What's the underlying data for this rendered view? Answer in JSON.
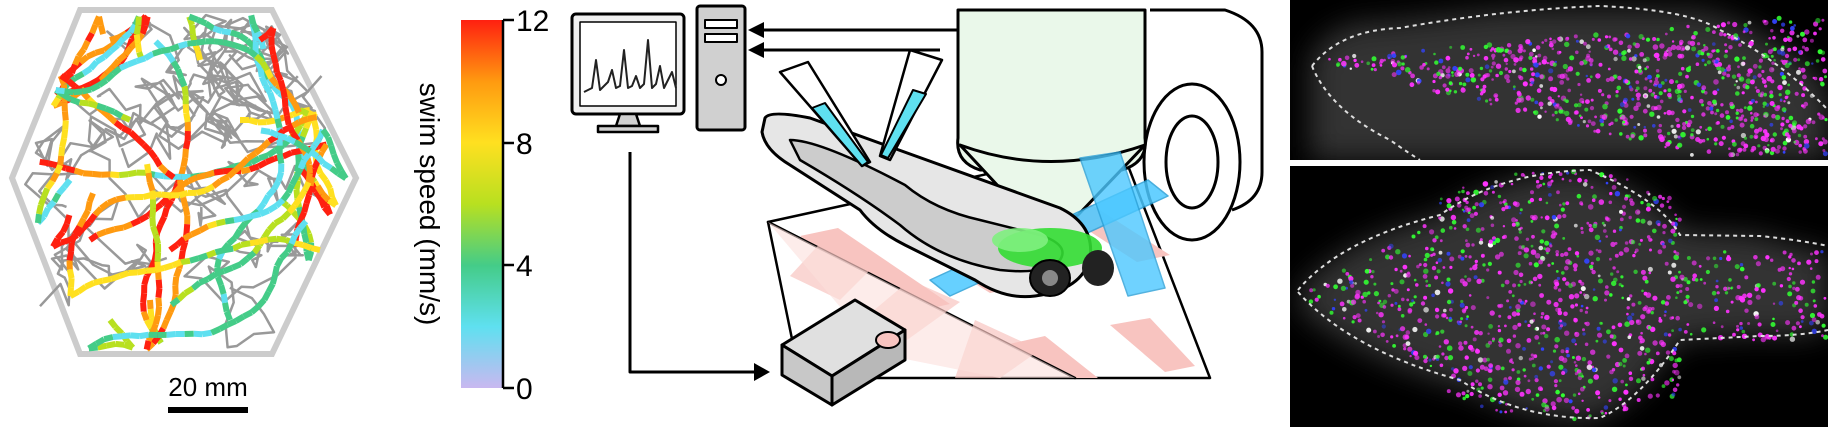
{
  "panel_a": {
    "scale_bar_label": "20 mm",
    "colorbar": {
      "label": "swim speed (mm/s)",
      "ticks": [
        "0",
        "4",
        "8",
        "12"
      ],
      "range": [
        0,
        12
      ],
      "colors": [
        "#c9b8f0",
        "#5fe0f0",
        "#44cc88",
        "#b8e020",
        "#ffe020",
        "#ff9a10",
        "#ff2010"
      ]
    },
    "arena_color": "#cccccc",
    "path_color": "#999999"
  },
  "panel_b": {
    "laser_color": "#4cc8ff",
    "brain_color": "#33dd33",
    "stripe_color": "#f8c4c0",
    "objective_color": "#eaf8ea"
  },
  "panel_c": {
    "label_colors": [
      "#ff33ff",
      "#33ff33",
      "#3344ff",
      "#ffffff"
    ],
    "background": "#000000",
    "outline_color": "#dddddd"
  }
}
